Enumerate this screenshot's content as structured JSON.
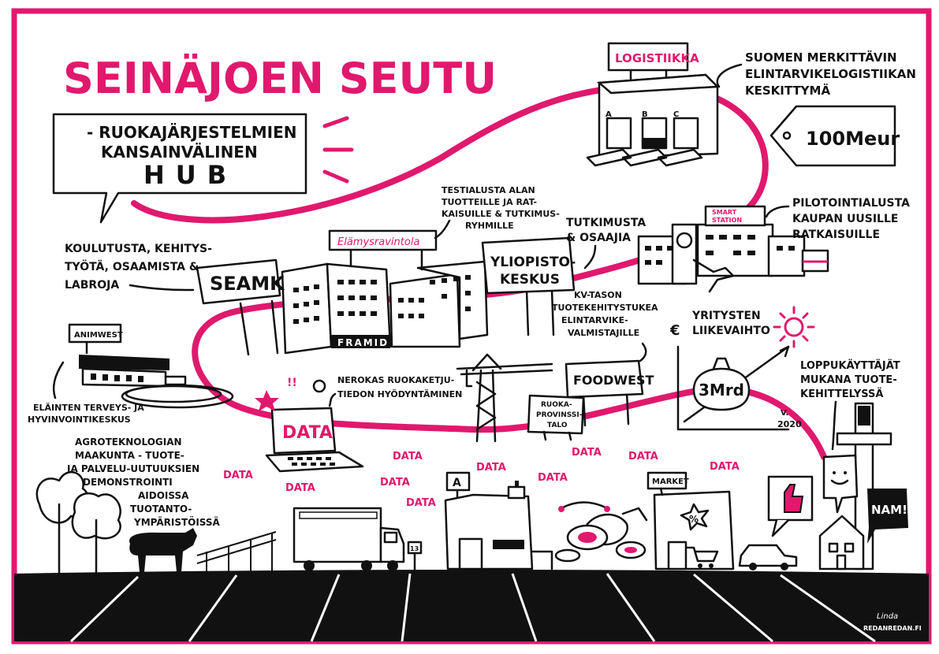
{
  "title": "SEINÄJOEN SEUTU",
  "subtitle_lines": [
    "- RUOKAJÄRJESTELMIEN",
    "KANSAINVÄLINEN",
    "HUB"
  ],
  "logistics": {
    "sign": "LOGISTIIKKA",
    "dock_labels": [
      "A",
      "B",
      "C"
    ],
    "desc_lines": [
      "SUOMEN MERKITTÄVIN",
      "ELINTARVIKELOGISTIIKAN",
      "KESKITTYMÄ"
    ],
    "tag": "100Meur"
  },
  "smart_station": {
    "sign_lines": [
      "SMART",
      "STATION"
    ],
    "desc_lines": [
      "PILOTOINTIALUSTA",
      "KAUPAN UUSILLE",
      "RATKAISUILLE"
    ]
  },
  "elamys": {
    "sign": "Elämysravintola",
    "desc_lines": [
      "TESTIALUSTA ALAN",
      "TUOTTEILLE JA RAT-",
      "KAISUILLE & TUTKIMUS-",
      "RYHMILLE"
    ]
  },
  "seamk": {
    "sign": "SEAMK",
    "desc_lines": [
      "KOULUTUSTA, KEHITYS-",
      "TYÖTÄ, OSAAMISTA &",
      "LABROJA"
    ]
  },
  "framid": {
    "label": "FRAMID"
  },
  "yliopisto": {
    "sign_lines": [
      "YLIOPISTO-",
      "KESKUS"
    ],
    "desc_lines": [
      "TUTKIMUSTA",
      "& OSAAJIA"
    ]
  },
  "animwest": {
    "sign": "ANIMWEST",
    "desc_lines": [
      "ELÄINTEN TERVEYS- JA",
      "HYVINVOINTIKESKUS"
    ]
  },
  "data_section": {
    "screen": "DATA",
    "desc_lines": [
      "NEROKAS RUOKAKETJU-",
      "TIEDON HYÖDYNTÄMINEN"
    ],
    "exclaim": "!!"
  },
  "foodwest": {
    "sign": "FOODWEST",
    "desc_lines": [
      "KV-TASON",
      "TUOTEKEHITYSTUKEA",
      "ELINTARVIKE-",
      "VALMISTAJILLE"
    ]
  },
  "ruokaprovinssi": {
    "sign_lines": [
      "RUOKA-",
      "PROVINSSI-",
      "TALO"
    ]
  },
  "revenue": {
    "currency": "€",
    "label_lines": [
      "YRITYSTEN",
      "LIIKEVAIHTO"
    ],
    "value": "3Mrd",
    "year_lines": [
      "V.",
      "2020"
    ]
  },
  "end_users": {
    "desc_lines": [
      "LOPPUKÄYTTÄJÄT",
      "MUKANA TUOTE-",
      "KEHITTELYSSÄ"
    ],
    "speech": "NAM!"
  },
  "agro": {
    "desc_lines": [
      "AGROTEKNOLOGIAN",
      "MAAKUNTA - TUOTE-",
      "JA PALVELU-UUTUUKSIEN",
      "DEMONSTROINTI",
      "AIDOISSA",
      "TUOTANTO-",
      "YMPÄRISTÖISSÄ"
    ]
  },
  "data_labels": [
    "DATA",
    "DATA",
    "DATA",
    "DATA",
    "DATA",
    "DATA",
    "DATA",
    "DATA",
    "DATA",
    "DATA"
  ],
  "market": {
    "sign": "MARKET",
    "discount": "%"
  },
  "factory_sign": "A",
  "road_sign": "13",
  "credit_lines": [
    "Linda",
    "REDANREDAN.FI"
  ],
  "colors": {
    "accent": "#e0196e",
    "ink": "#111111",
    "paper": "#ffffff"
  }
}
